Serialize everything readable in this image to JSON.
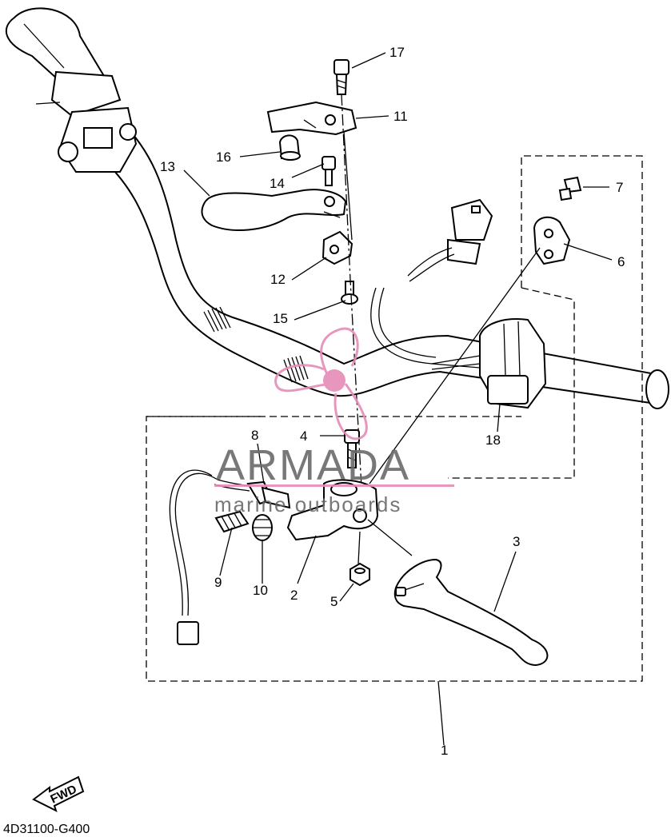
{
  "diagram": {
    "code": "4D31100-G400",
    "fwd_label": "FWD",
    "callouts": [
      {
        "id": "1",
        "label": "1"
      },
      {
        "id": "2",
        "label": "2"
      },
      {
        "id": "3",
        "label": "3"
      },
      {
        "id": "4",
        "label": "4"
      },
      {
        "id": "5",
        "label": "5"
      },
      {
        "id": "6",
        "label": "6"
      },
      {
        "id": "7",
        "label": "7"
      },
      {
        "id": "8",
        "label": "8"
      },
      {
        "id": "9",
        "label": "9"
      },
      {
        "id": "10",
        "label": "10"
      },
      {
        "id": "11",
        "label": "11"
      },
      {
        "id": "12",
        "label": "12"
      },
      {
        "id": "13",
        "label": "13"
      },
      {
        "id": "14",
        "label": "14"
      },
      {
        "id": "15",
        "label": "15"
      },
      {
        "id": "16",
        "label": "16"
      },
      {
        "id": "17",
        "label": "17"
      },
      {
        "id": "18",
        "label": "18"
      }
    ]
  },
  "watermark": {
    "brand": "ARMADA",
    "tagline": "marine outboards",
    "color": "#e58bb8"
  }
}
